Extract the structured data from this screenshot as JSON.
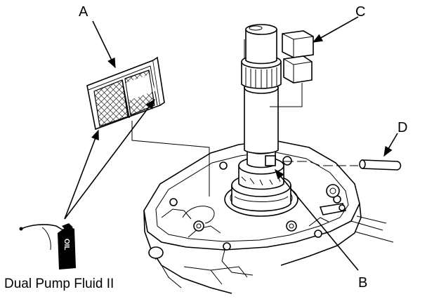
{
  "callouts": {
    "a": "A",
    "b": "B",
    "c": "C",
    "d": "D"
  },
  "caption": "Dual Pump Fluid II",
  "oil_label": "OIL",
  "icons": {
    "oil_container": "oil-bottle-icon"
  }
}
